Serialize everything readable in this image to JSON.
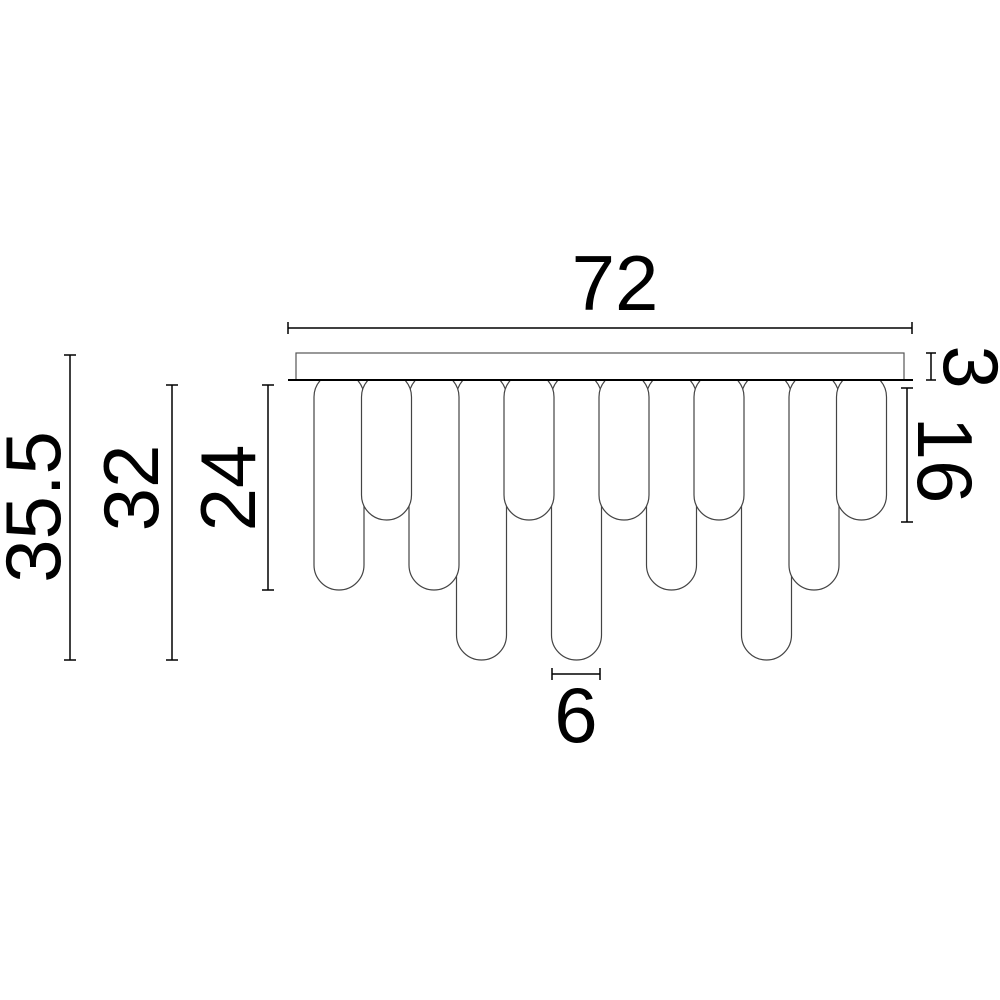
{
  "dimensions": {
    "width": "72",
    "base_height": "3",
    "short_pendant": "16",
    "mid_pendant": "24",
    "long_pendant": "32",
    "total_height": "35.5",
    "pendant_diameter": "6"
  },
  "pendants_cm": [
    24,
    16,
    24,
    32,
    16,
    32,
    16,
    24,
    16,
    32,
    24,
    16
  ],
  "colors": {
    "line": "#000000",
    "outline": "#444444"
  }
}
